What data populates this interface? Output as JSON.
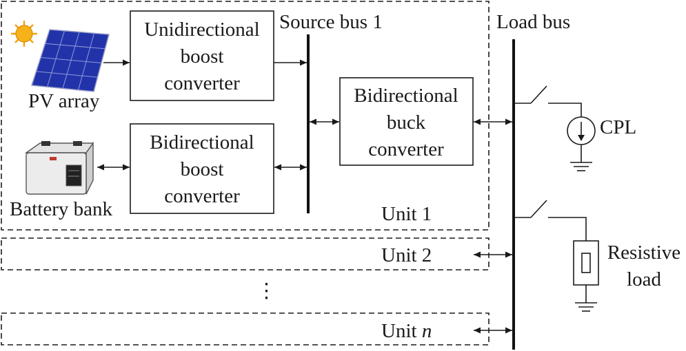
{
  "labels": {
    "pv_array": "PV array",
    "battery_bank": "Battery bank",
    "source_bus": "Source bus 1",
    "load_bus": "Load bus",
    "cpl": "CPL",
    "resistive_load_line1": "Resistive",
    "resistive_load_line2": "load",
    "vertical_ellipsis": "⋮"
  },
  "converters": {
    "unidirectional_boost": [
      "Unidirectional",
      "boost",
      "converter"
    ],
    "bidirectional_boost": [
      "Bidirectional",
      "boost",
      "converter"
    ],
    "bidirectional_buck": [
      "Bidirectional",
      "buck",
      "converter"
    ]
  },
  "units": {
    "unit1": "Unit 1",
    "unit2": "Unit 2",
    "unitn_prefix": "Unit ",
    "unitn_suffix": "n"
  },
  "colors": {
    "line": "#1a1a1a",
    "pv_panel": "#2233aa",
    "sun": "#f2a20c",
    "battery_body": "#e8e8e8"
  },
  "icons": [
    "sun-icon",
    "pv-panel-icon",
    "battery-icon",
    "current-source-icon",
    "resistor-icon",
    "ground-icon",
    "switch-icon"
  ]
}
